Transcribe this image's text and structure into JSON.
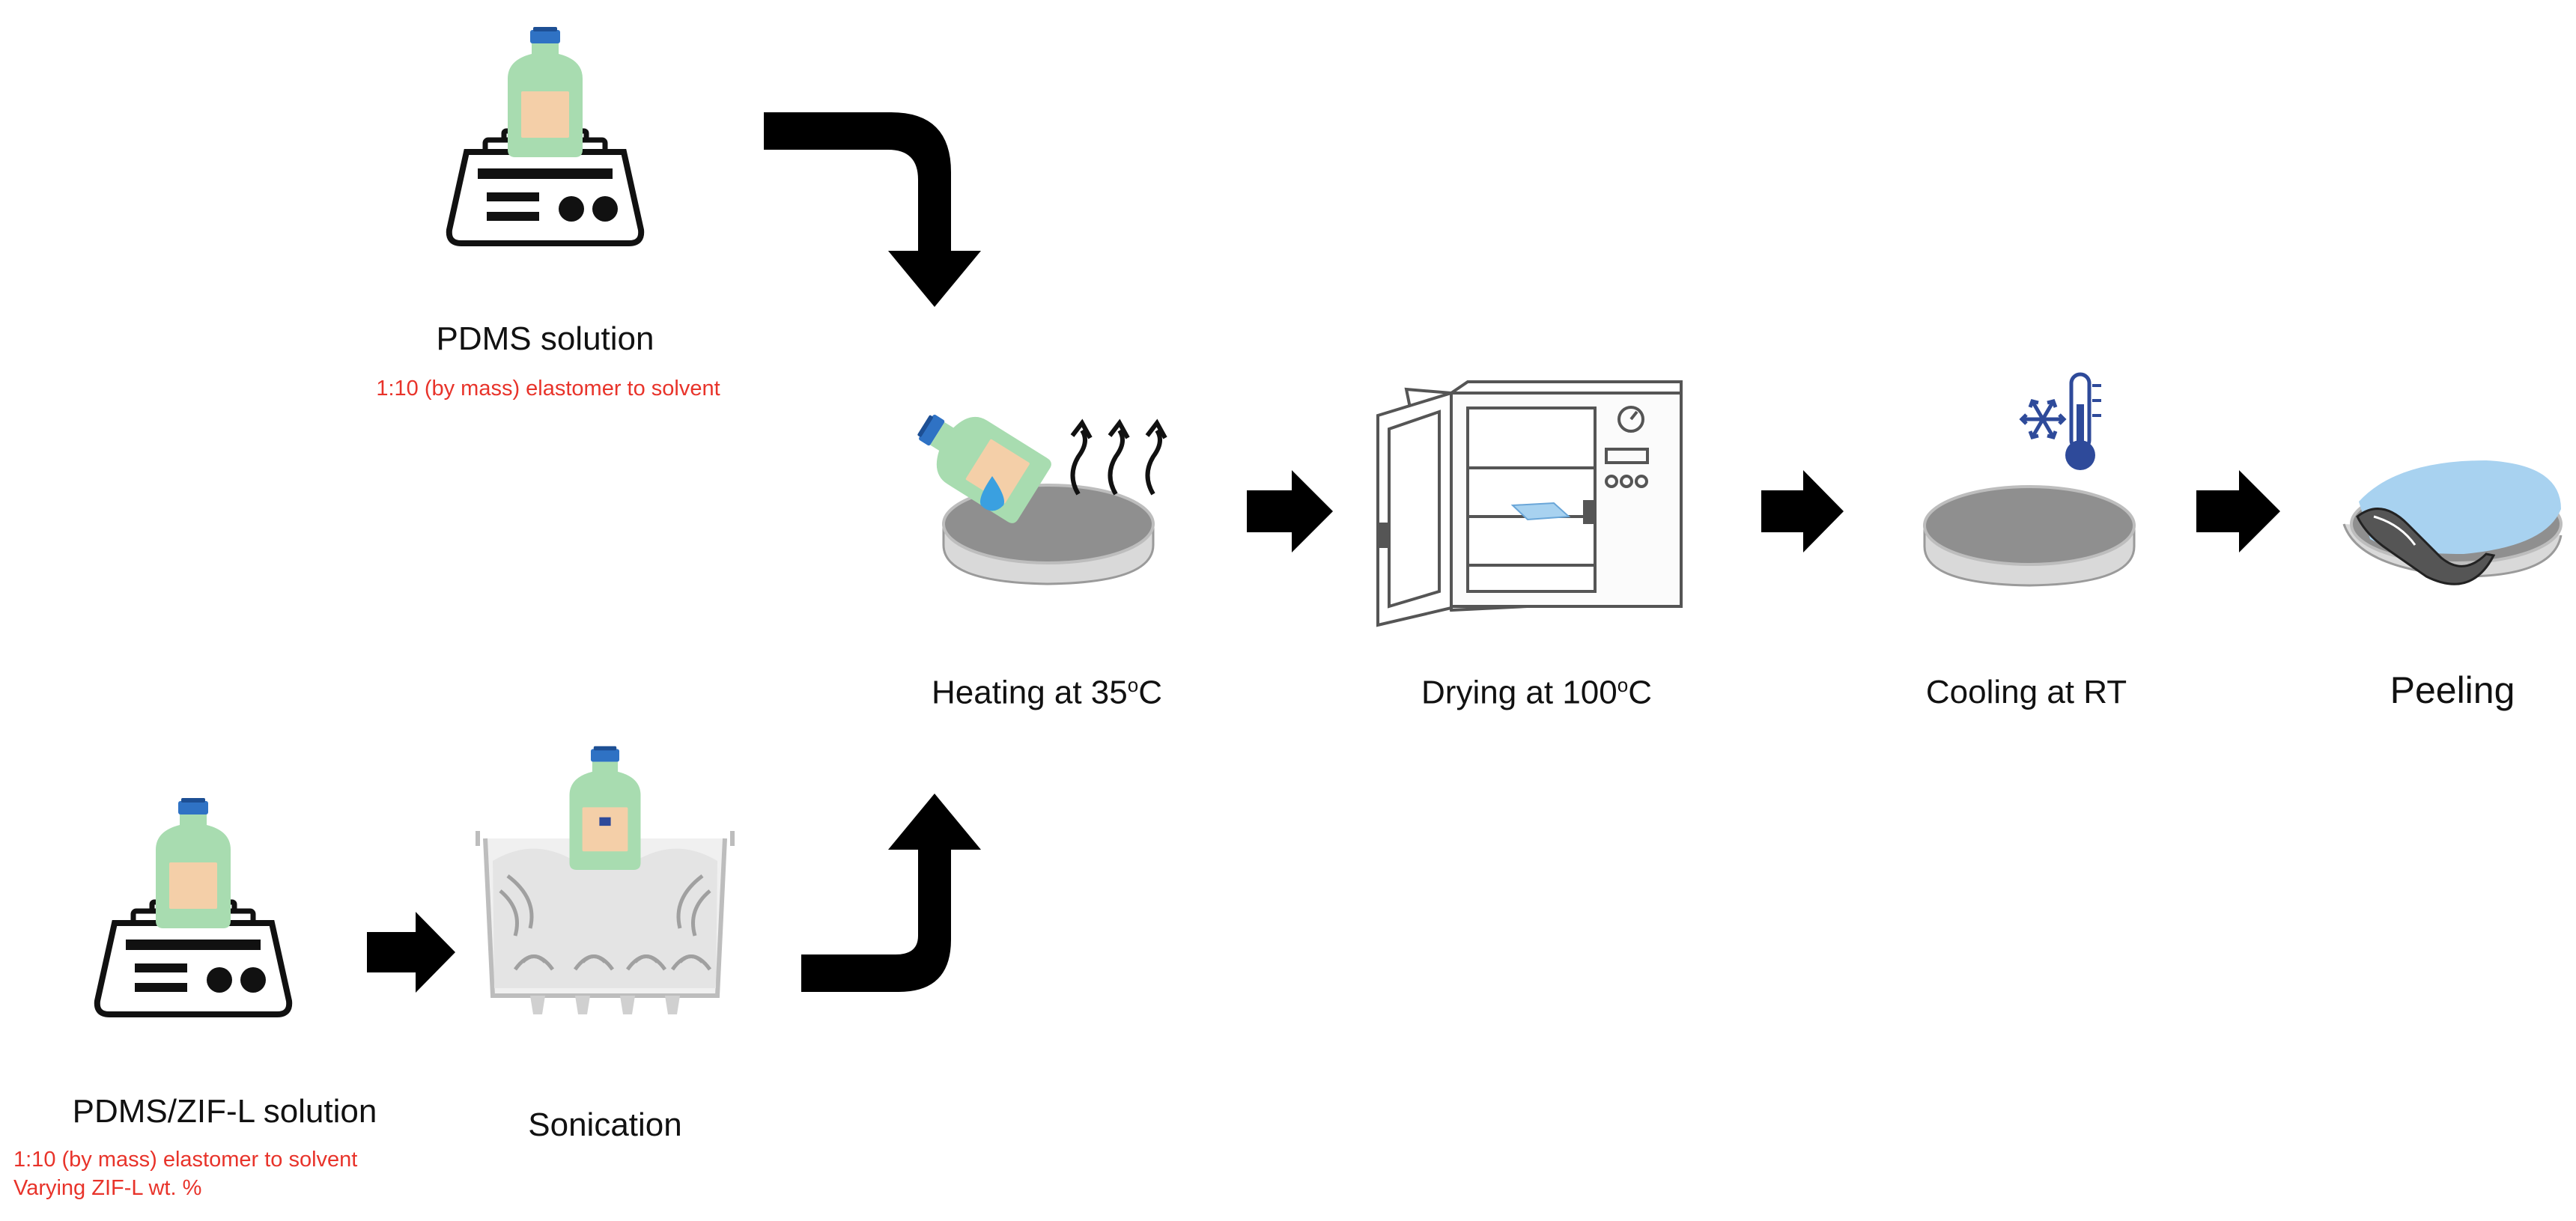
{
  "steps": {
    "pdms_solution": {
      "label": "PDMS solution",
      "note": "1:10 (by mass) elastomer to solvent"
    },
    "pdms_zif_solution": {
      "label": "PDMS/ZIF-L solution",
      "note_1": "1:10 (by mass) elastomer to solvent",
      "note_2": "Varying ZIF-L wt. %"
    },
    "sonication": {
      "label": "Sonication"
    },
    "heating": {
      "label": "Heating at 35",
      "sup": "o",
      "unit": "C"
    },
    "drying": {
      "label": "Drying at 100",
      "sup": "o",
      "unit": "C"
    },
    "cooling": {
      "label": "Cooling at RT"
    },
    "peeling": {
      "label": "Peeling"
    }
  },
  "colors": {
    "arrow": "#000000",
    "bottle_body": "#a8dcb0",
    "bottle_label": "#f4cfa8",
    "bottle_cap": "#2f72c4",
    "dish_fill": "#8f8f8f",
    "water_drop": "#3aa0e0",
    "film": "#a8d2f0",
    "note_text": "#e8332a",
    "thermometer": "#2e4a9a"
  },
  "icons": [
    "scale-icon",
    "bottle-icon",
    "petri-dish-icon",
    "heat-waves-icon",
    "oven-icon",
    "sonicator-icon",
    "snowflake-icon",
    "thermometer-icon",
    "tweezers-icon"
  ]
}
